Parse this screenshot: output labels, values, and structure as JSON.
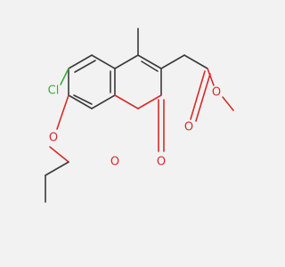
{
  "structure": {
    "atoms": [
      {
        "id": "chlorine",
        "label": "Cl",
        "color": "#3caa3c"
      },
      {
        "id": "ring-oxygen",
        "label": "O",
        "color": "#d62b2b"
      },
      {
        "id": "carbonyl-oxygen",
        "label": "O",
        "color": "#d62b2b"
      },
      {
        "id": "ether-oxygen",
        "label": "O",
        "color": "#d62b2b"
      },
      {
        "id": "ester-carbonyl-oxygen",
        "label": "O",
        "color": "#d62b2b"
      },
      {
        "id": "ester-oxygen",
        "label": "O",
        "color": "#d62b2b"
      }
    ],
    "bond_color": "#3a3a3a"
  }
}
